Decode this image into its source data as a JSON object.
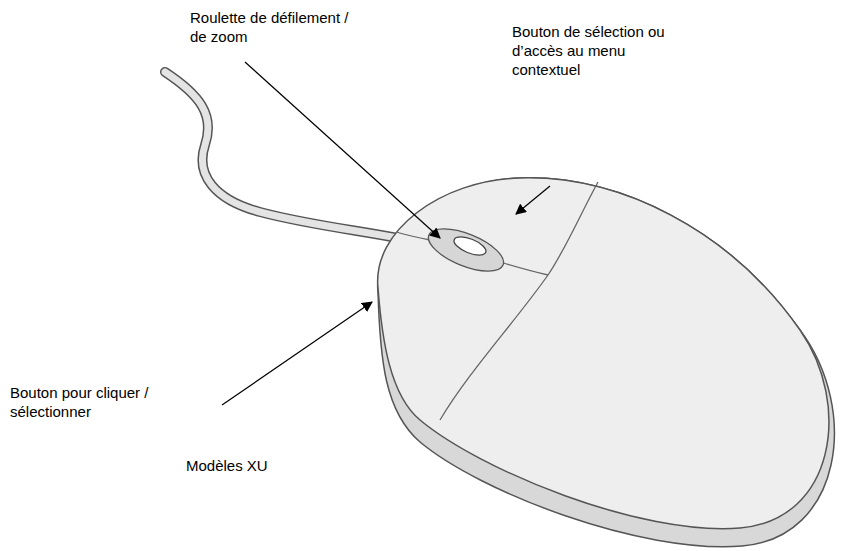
{
  "diagram": {
    "labels": [
      "Roulette de défilement / de zoom",
      "Bouton de sélection ou d’accès au menu contextuel",
      "Bouton pour cliquer / sélectionner",
      "Modèles XU"
    ]
  }
}
